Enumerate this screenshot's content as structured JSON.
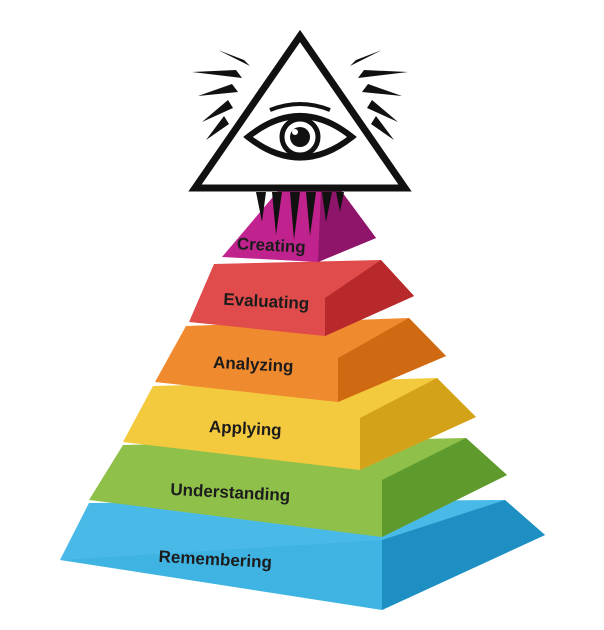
{
  "diagram": {
    "type": "pyramid",
    "levels": [
      {
        "label": "Creating",
        "color": "#c0238e"
      },
      {
        "label": "Evaluating",
        "color": "#e04b4b"
      },
      {
        "label": "Analyzing",
        "color": "#f08a2e"
      },
      {
        "label": "Applying",
        "color": "#f3c93d"
      },
      {
        "label": "Understanding",
        "color": "#8fc04a"
      },
      {
        "label": "Remembering",
        "color": "#3fb4e3"
      }
    ],
    "overlay_icon": "eye-of-providence-icon"
  }
}
